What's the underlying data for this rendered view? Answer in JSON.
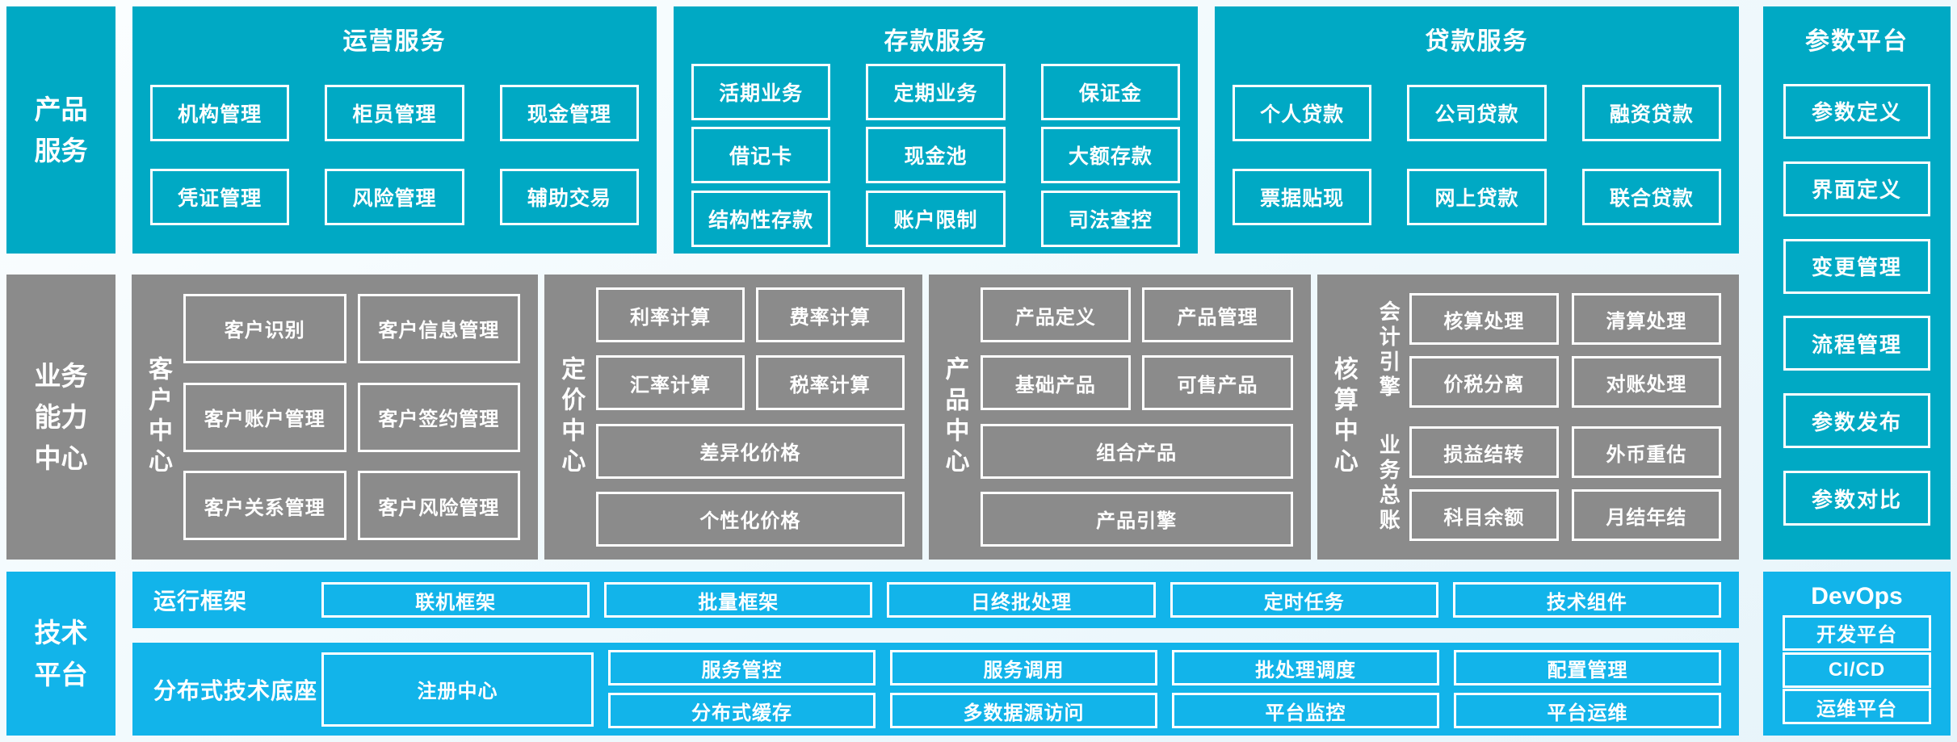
{
  "colors": {
    "teal": "#00a9c4",
    "gray": "#8b8b8b",
    "blue": "#12b4ea",
    "background": "#eef8fc",
    "box_border": "#ffffff",
    "text": "#ffffff"
  },
  "product_row": {
    "sidebar_lines": [
      "产品",
      "服务"
    ],
    "operations": {
      "title": "运营服务",
      "boxes": [
        "机构管理",
        "柜员管理",
        "现金管理",
        "凭证管理",
        "风险管理",
        "辅助交易"
      ]
    },
    "deposit": {
      "title": "存款服务",
      "boxes": [
        "活期业务",
        "定期业务",
        "保证金",
        "借记卡",
        "现金池",
        "大额存款",
        "结构性存款",
        "账户限制",
        "司法查控"
      ]
    },
    "loan": {
      "title": "贷款服务",
      "boxes": [
        "个人贷款",
        "公司贷款",
        "融资贷款",
        "票据贴现",
        "网上贷款",
        "联合贷款"
      ]
    }
  },
  "param_platform": {
    "title": "参数平台",
    "boxes": [
      "参数定义",
      "界面定义",
      "变更管理",
      "流程管理",
      "参数发布",
      "参数对比"
    ]
  },
  "capability_row": {
    "sidebar_lines": [
      "业务",
      "能力",
      "中心"
    ],
    "customer": {
      "label": "客户中心",
      "boxes": [
        "客户识别",
        "客户信息管理",
        "客户账户管理",
        "客户签约管理",
        "客户关系管理",
        "客户风险管理"
      ]
    },
    "pricing": {
      "label": "定价中心",
      "boxes": [
        "利率计算",
        "费率计算",
        "汇率计算",
        "税率计算"
      ],
      "wide_boxes": [
        "差异化价格",
        "个性化价格"
      ]
    },
    "product": {
      "label": "产品中心",
      "boxes": [
        "产品定义",
        "产品管理",
        "基础产品",
        "可售产品"
      ],
      "wide_boxes": [
        "组合产品",
        "产品引擎"
      ]
    },
    "accounting": {
      "label": "核算中心",
      "groups": [
        {
          "label": "会计引擎",
          "boxes": [
            "核算处理",
            "清算处理",
            "价税分离",
            "对账处理"
          ]
        },
        {
          "label": "业务总账",
          "boxes": [
            "损益结转",
            "外币重估",
            "科目余额",
            "月结年结"
          ]
        }
      ]
    }
  },
  "tech_row": {
    "sidebar_lines": [
      "技术",
      "平台"
    ],
    "runtime": {
      "label": "运行框架",
      "boxes": [
        "联机框架",
        "批量框架",
        "日终批处理",
        "定时任务",
        "技术组件"
      ]
    },
    "distributed": {
      "label": "分布式技术底座",
      "registry_box": "注册中心",
      "columns": [
        [
          "服务管控",
          "分布式缓存"
        ],
        [
          "服务调用",
          "多数据源访问"
        ],
        [
          "批处理调度",
          "平台监控"
        ],
        [
          "配置管理",
          "平台运维"
        ]
      ]
    },
    "devops": {
      "title": "DevOps",
      "boxes": [
        "开发平台",
        "CI/CD",
        "运维平台"
      ]
    }
  }
}
